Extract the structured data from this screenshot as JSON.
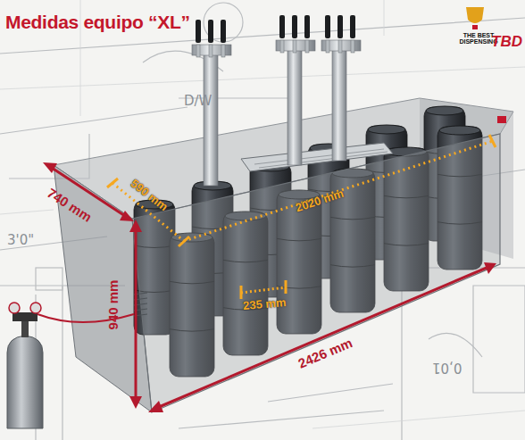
{
  "diagram": {
    "title": "Medidas equipo “XL”",
    "labels": [
      "740 mm",
      "590 mm",
      "2020 mm",
      "235 mm",
      "940 mm",
      "2426 mm",
      "D/W",
      "3'0\"",
      "0,01",
      "THE BEST DISPENSING",
      "TBD"
    ]
  }
}
